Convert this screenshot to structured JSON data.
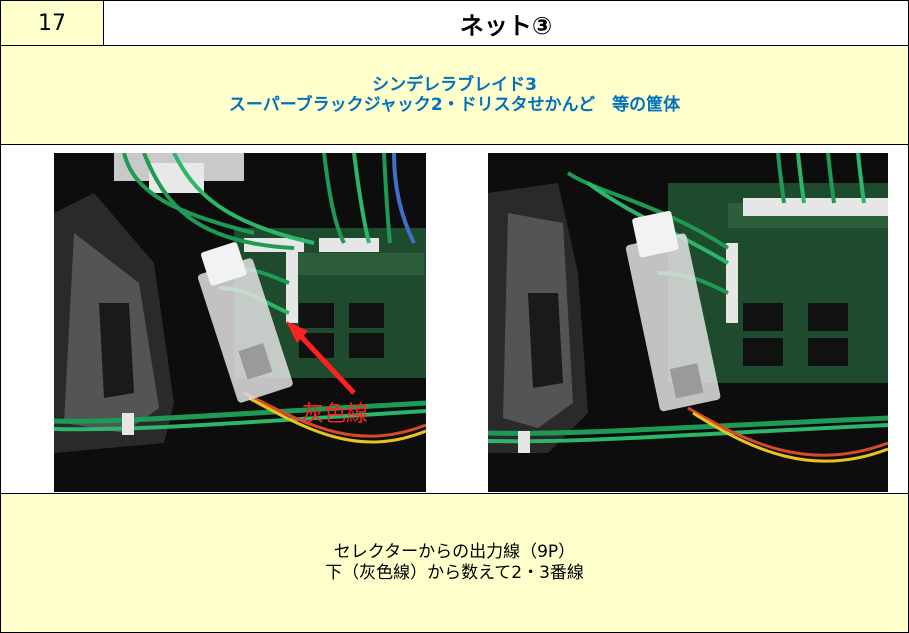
{
  "header": {
    "number": "17",
    "title": "ネット③"
  },
  "subtitle": {
    "line1": "シンデレラブレイド3",
    "line2": "スーパーブラックジャック2・ドリスタせかんど　等の筐体"
  },
  "photos": {
    "left_annotation": "灰色線"
  },
  "description": {
    "line1": "セレクターからの出力線（9P）",
    "line2": "下（灰色線）から数えて2・3番線"
  },
  "colors": {
    "header_bg": "#ffffcc",
    "subtitle_text": "#0070c0",
    "annotation_red": "#ff2020",
    "wire_green": "#1f9a55",
    "pcb_green": "#1e4a2e"
  }
}
